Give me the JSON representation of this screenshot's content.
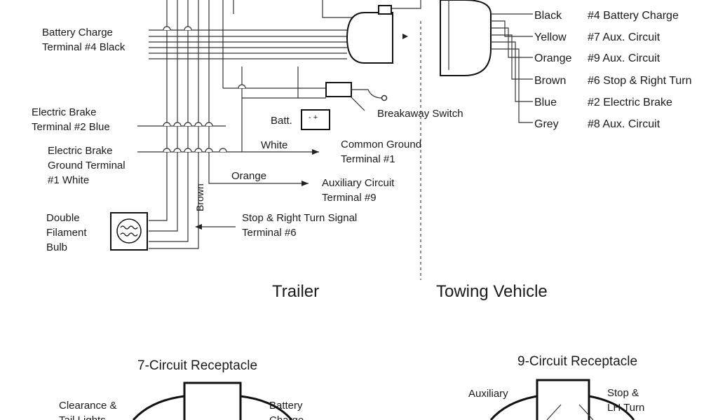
{
  "trailer_labels": {
    "battery_charge": [
      "Battery Charge",
      "Terminal #4 Black"
    ],
    "electric_brake": [
      "Electric Brake",
      "Terminal #2 Blue"
    ],
    "brake_ground": [
      "Electric Brake",
      "Ground Terminal",
      "#1 White"
    ],
    "bulb": [
      "Double",
      "Filament",
      "Bulb"
    ]
  },
  "middle_labels": {
    "batt": "Batt.",
    "batt_terminals": "- +",
    "breakaway": "Breakaway Switch",
    "white": "White",
    "orange": "Orange",
    "brown": "Brown",
    "common_ground": [
      "Common Ground",
      "Terminal #1"
    ],
    "aux_9": [
      "Auxiliary Circuit",
      "Terminal #9"
    ],
    "stop_right": [
      "Stop & Right Turn Signal",
      "Terminal #6"
    ]
  },
  "vehicle_wires": [
    {
      "color": "Black",
      "terminal": "#4 Battery Charge"
    },
    {
      "color": "Yellow",
      "terminal": "#7 Aux. Circuit"
    },
    {
      "color": "Orange",
      "terminal": "#9 Aux. Circuit"
    },
    {
      "color": "Brown",
      "terminal": "#6 Stop & Right Turn"
    },
    {
      "color": "Blue",
      "terminal": "#2 Electric Brake"
    },
    {
      "color": "Grey",
      "terminal": "#8 Aux. Circuit"
    }
  ],
  "sections": {
    "trailer": "Trailer",
    "towing_vehicle": "Towing Vehicle"
  },
  "receptacle_7": {
    "title": "7-Circuit Receptacle",
    "left_label": [
      "Clearance &",
      "Tail Lights"
    ],
    "right_label": [
      "Battery",
      "Charge"
    ]
  },
  "receptacle_9": {
    "title": "9-Circuit Receptacle",
    "left_label": "Auxiliary",
    "right_label": [
      "Stop &",
      "LH Turn"
    ]
  }
}
